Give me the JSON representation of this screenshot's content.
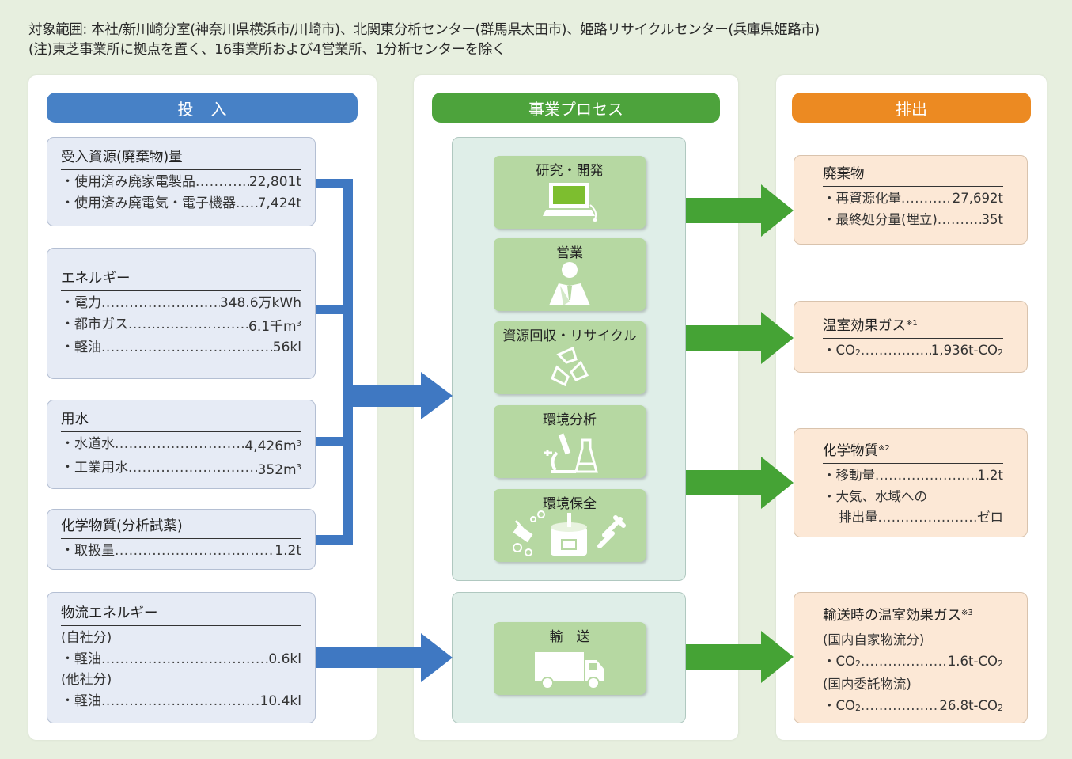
{
  "scope": {
    "line1": "対象範囲: 本社/新川崎分室(神奈川県横浜市/川崎市)、北関東分析センター(群馬県太田市)、姫路リサイクルセンター(兵庫県姫路市)",
    "line2": "(注)東芝事業所に拠点を置く、16事業所および4営業所、1分析センターを除く"
  },
  "headers": {
    "input": "投入",
    "process": "事業プロセス",
    "output": "排出"
  },
  "inputs": {
    "resources": {
      "title": "受入資源(廃棄物)量",
      "rows": [
        {
          "k": "・使用済み廃家電製品 ",
          "v": " 22,801t"
        },
        {
          "k": "・使用済み廃電気・電子機器",
          "v": "7,424t"
        }
      ]
    },
    "energy": {
      "title": "エネルギー",
      "rows": [
        {
          "k": "・電力",
          "v": "348.6万kWh"
        },
        {
          "k": "・都市ガス",
          "v": " 6.1千m",
          "sup": "3"
        },
        {
          "k": "・軽油",
          "v": "56kl"
        }
      ]
    },
    "water": {
      "title": "用水",
      "rows": [
        {
          "k": "・水道水 ",
          "v": "4,426m",
          "sup": "3"
        },
        {
          "k": "・工業用水",
          "v": "352m",
          "sup": "3"
        }
      ]
    },
    "chem": {
      "title": "化学物質(分析試薬)",
      "rows": [
        {
          "k": "・取扱量 ",
          "v": "1.2t"
        }
      ]
    },
    "logistics": {
      "title": "物流エネルギー",
      "own": "(自社分)",
      "own_row": {
        "k": "・軽油",
        "v": "0.6kl"
      },
      "other": "(他社分)",
      "other_row": {
        "k": "・軽油",
        "v": " 10.4kl"
      }
    }
  },
  "process": {
    "items": [
      "研究・開発",
      "営業",
      "資源回収・リサイクル",
      "環境分析",
      "環境保全"
    ],
    "transport": "輸　送"
  },
  "outputs": {
    "waste": {
      "title": "廃棄物",
      "rows": [
        {
          "k": "・再資源化量 ",
          "v": " 27,692t"
        },
        {
          "k": "・最終処分量(埋立) ",
          "v": " 35t"
        }
      ]
    },
    "ghg": {
      "title": "温室効果ガス",
      "note": "※1",
      "row": {
        "k": "・CO",
        "k_sub": "2",
        "v": " 1,936t-CO",
        "v_sub": "2"
      }
    },
    "chem": {
      "title": "化学物質",
      "note": "※2",
      "row1": {
        "k": "・移動量 ",
        "v": " 1.2t"
      },
      "line2": "・大気、水域への",
      "row3": {
        "k": "排出量 ",
        "v": " ゼロ"
      }
    },
    "transport_ghg": {
      "title": "輸送時の温室効果ガス",
      "note": "※3",
      "own": "(国内自家物流分)",
      "own_row": {
        "k": "・CO",
        "k_sub": "2",
        "v": " 1.6t-CO",
        "v_sub": "2"
      },
      "other": "(国内委託物流)",
      "other_row": {
        "k": "・CO",
        "k_sub": "2",
        "v": " 26.8t-CO",
        "v_sub": "2"
      }
    }
  },
  "colors": {
    "input_blue": "#4781c6",
    "process_green": "#4da33c",
    "output_orange": "#ec8a22",
    "arrow_blue": "#3f78c2",
    "arrow_green": "#45a335"
  }
}
